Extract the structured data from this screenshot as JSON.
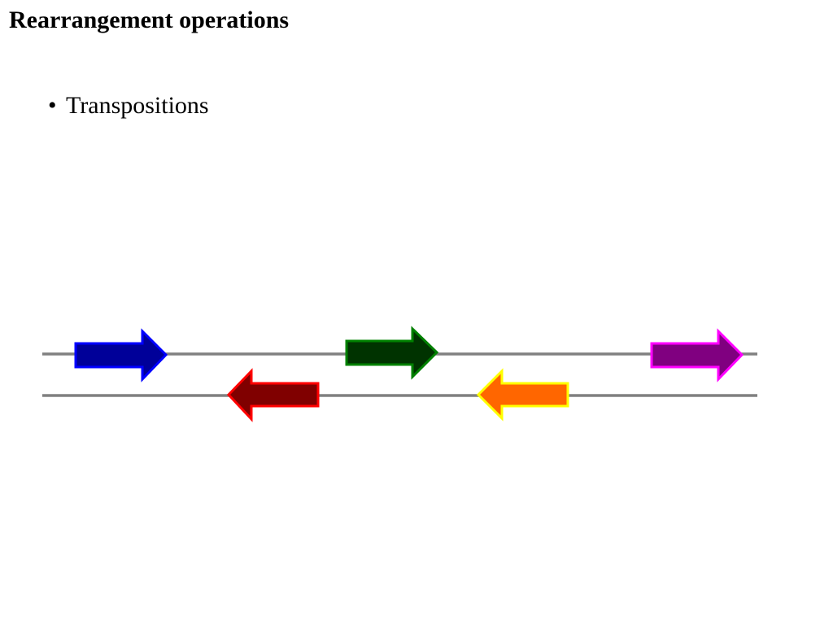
{
  "title": "Rearrangement operations",
  "bullets": [
    {
      "mark": "•",
      "text": "Transpositions"
    }
  ],
  "diagram": {
    "line_color": "#808080",
    "genes": [
      {
        "name": "blue-gene",
        "strand": "top",
        "direction": "right",
        "fill": "#000099",
        "stroke": "#0000FF"
      },
      {
        "name": "red-gene",
        "strand": "bottom",
        "direction": "left",
        "fill": "#800000",
        "stroke": "#FF0000"
      },
      {
        "name": "green-gene",
        "strand": "top",
        "direction": "right",
        "fill": "#003300",
        "stroke": "#008000"
      },
      {
        "name": "orange-gene",
        "strand": "bottom",
        "direction": "left",
        "fill": "#FF6600",
        "stroke": "#FFFF00"
      },
      {
        "name": "purple-gene",
        "strand": "top",
        "direction": "right",
        "fill": "#800080",
        "stroke": "#FF00FF"
      }
    ]
  }
}
